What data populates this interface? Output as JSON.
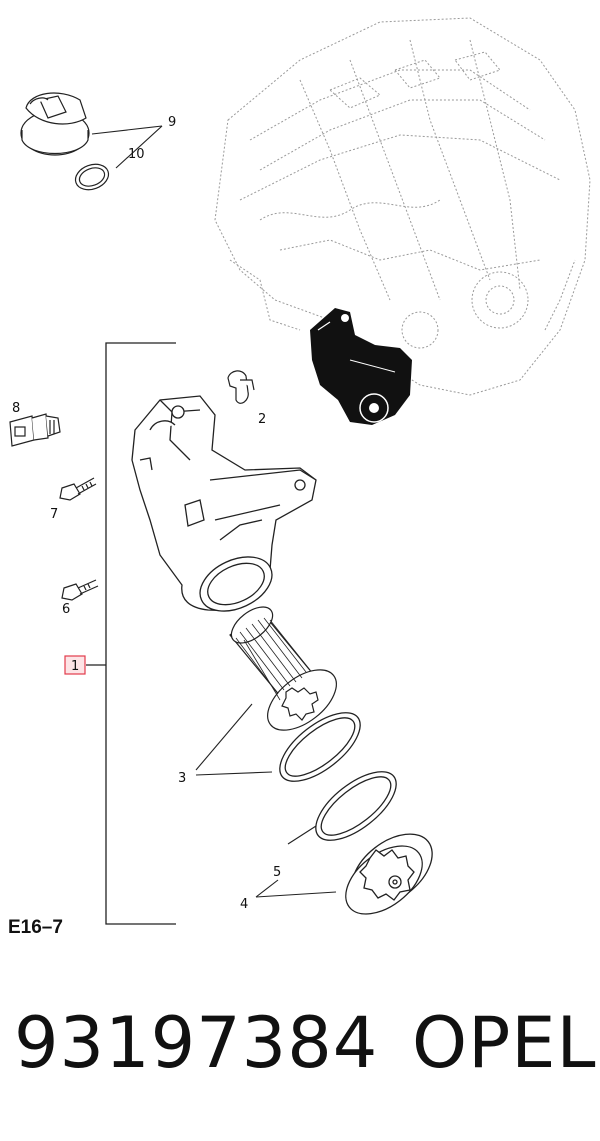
{
  "diagram": {
    "code": "E16–7",
    "callouts": {
      "c1": "1",
      "c2": "2",
      "c3": "3",
      "c4": "4",
      "c5": "5",
      "c6": "6",
      "c7": "7",
      "c8": "8",
      "c9": "9",
      "c10": "10"
    },
    "highlight_color": "#e23b4b",
    "highlight_fill": "#fde4e6"
  },
  "footer": {
    "part_number": "93197384",
    "brand": "OPEL"
  }
}
